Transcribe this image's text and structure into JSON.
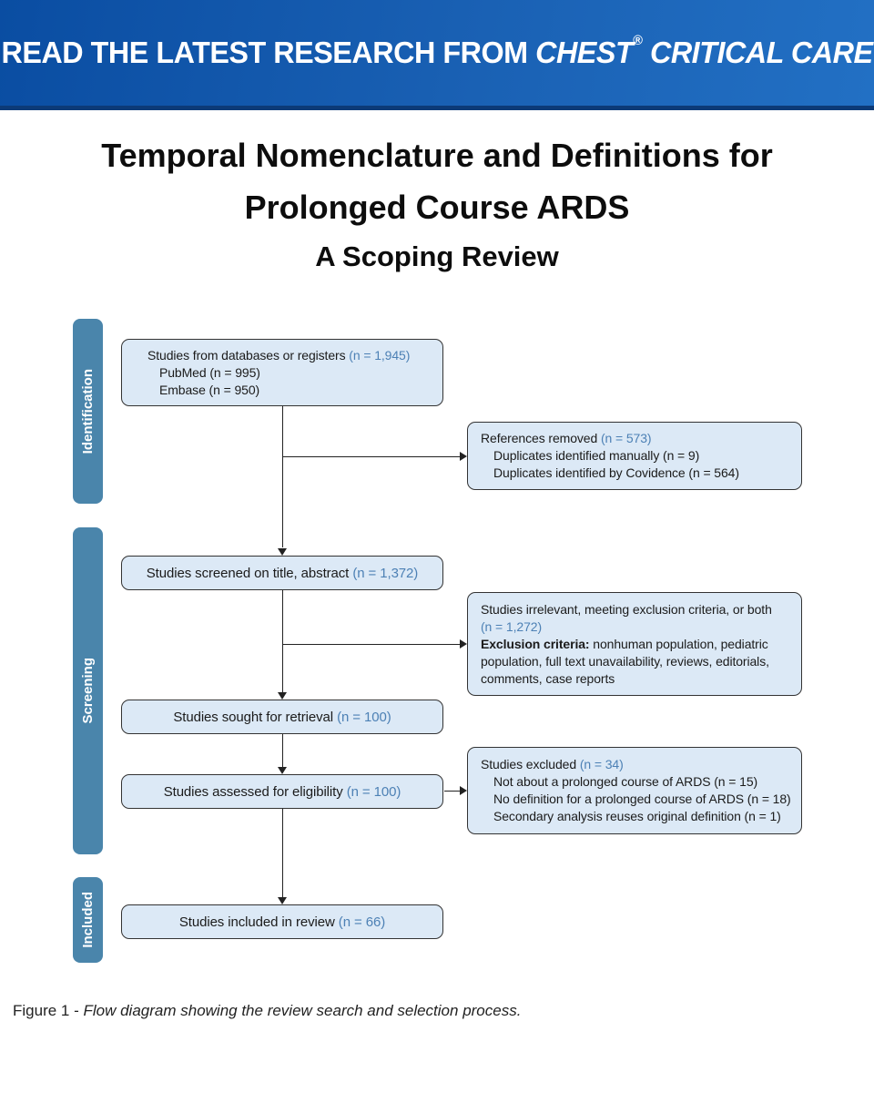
{
  "banner": {
    "prefix": "READ THE LATEST RESEARCH FROM ",
    "brand": "CHEST",
    "registered": "®",
    "suffix": " CRITICAL CARE"
  },
  "title": {
    "line1": "Temporal Nomenclature and Definitions for",
    "line2": "Prolonged Course ARDS",
    "line3": "A Scoping Review"
  },
  "stages": [
    {
      "label": "Identification"
    },
    {
      "label": "Screening"
    },
    {
      "label": "Included"
    }
  ],
  "boxes": {
    "databases": {
      "main": "Studies from databases or registers",
      "n": "(n = 1,945)",
      "sub1": "PubMed (n = 995)",
      "sub2": "Embase (n = 950)"
    },
    "references_removed": {
      "main": "References removed",
      "n": "(n = 573)",
      "sub1": "Duplicates identified manually (n = 9)",
      "sub2": "Duplicates identified by Covidence (n = 564)"
    },
    "screened": {
      "main": "Studies screened on title, abstract",
      "n": "(n = 1,372)"
    },
    "irrelevant": {
      "line1": "Studies irrelevant, meeting exclusion criteria, or both",
      "n": "(n = 1,272)",
      "bold_lead": "Exclusion criteria:",
      "rest": " nonhuman population, pediatric population, full text unavailability, reviews, editorials, comments, case reports"
    },
    "retrieval": {
      "main": "Studies sought for retrieval",
      "n": "(n = 100)"
    },
    "excluded": {
      "main": "Studies excluded",
      "n": "(n = 34)",
      "sub1": "Not about a prolonged course of ARDS (n = 15)",
      "sub2": "No definition for a prolonged course of ARDS (n = 18)",
      "sub3": "Secondary analysis reuses original definition (n = 1)"
    },
    "eligibility": {
      "main": "Studies assessed for eligibility",
      "n": "(n = 100)"
    },
    "included": {
      "main": "Studies included in review",
      "n": "(n = 66)"
    }
  },
  "caption": {
    "prefix": "Figure 1 - ",
    "text": "Flow diagram showing the review search and selection process."
  },
  "colors": {
    "banner_gradient_left": "#0a4da2",
    "banner_gradient_right": "#2270c4",
    "banner_bottom_strip": "#0c3a77",
    "stage_tab": "#4a85ab",
    "box_fill": "#dce9f6",
    "box_border": "#333333",
    "count_text": "#4d81b5",
    "body_text": "#1b1b1b"
  }
}
